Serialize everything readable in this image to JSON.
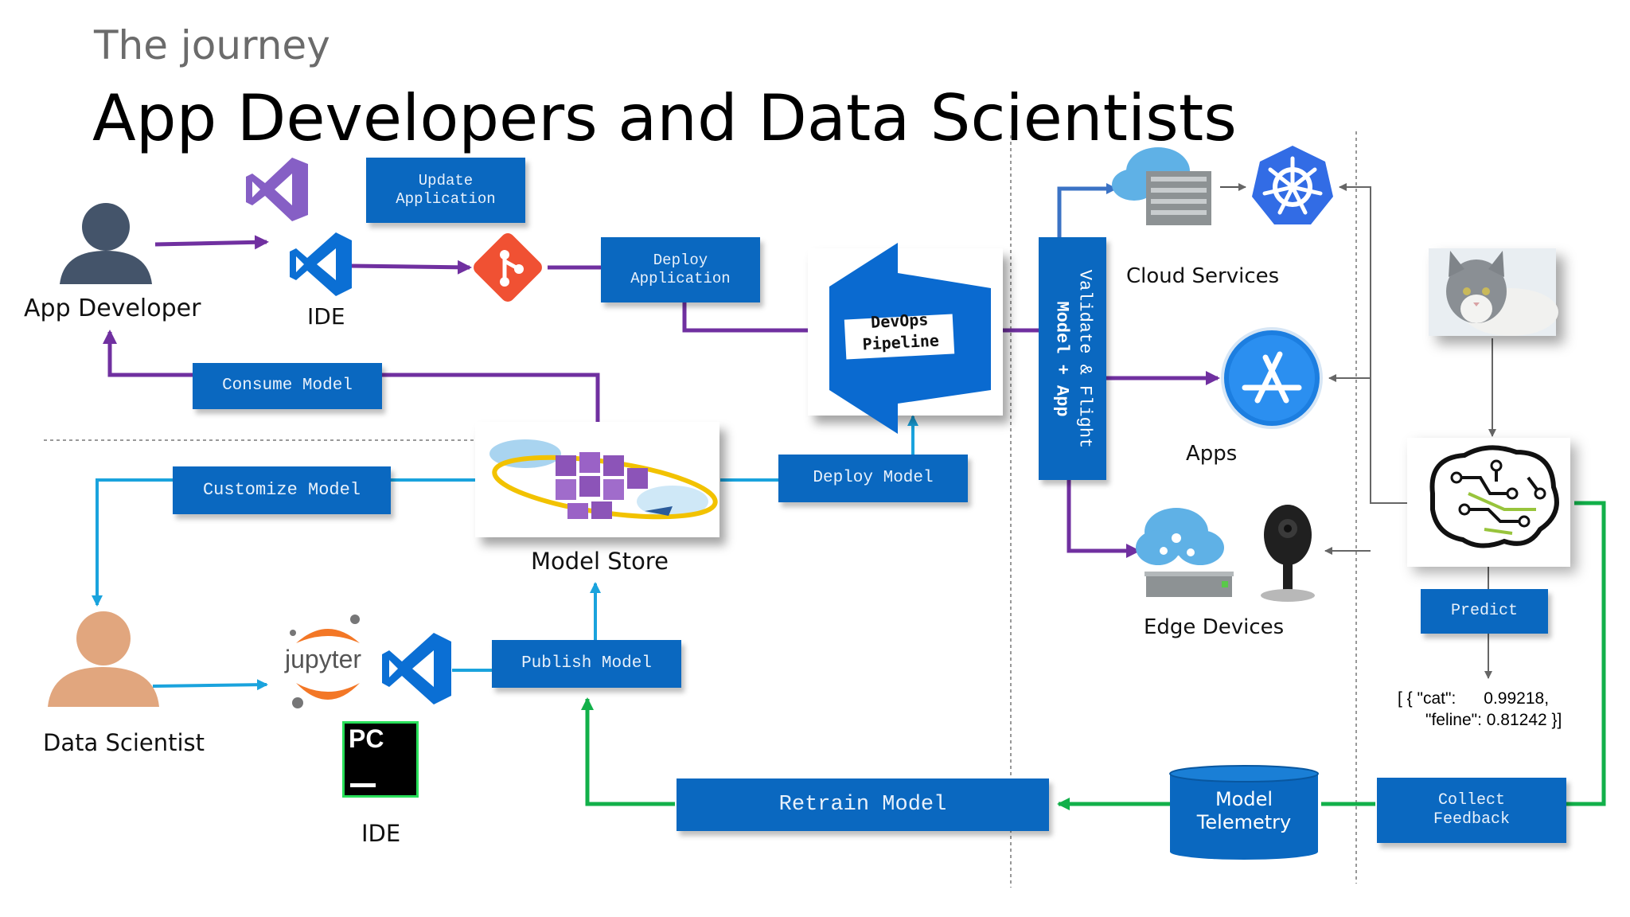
{
  "header": {
    "subtitle": "The journey",
    "title": "App Developers and Data Scientists"
  },
  "nodes": {
    "app_developer": "App Developer",
    "ide_top": "IDE",
    "data_scientist": "Data Scientist",
    "ide_bottom": "IDE",
    "model_store": "Model Store",
    "cloud_services": "Cloud Services",
    "apps": "Apps",
    "edge_devices": "Edge Devices",
    "model_telemetry": "Model\nTelemetry",
    "devops_pipeline": "DevOps\nPipeline",
    "jupyter": "jupyter",
    "pycharm": "PC"
  },
  "actions": {
    "update_application": "Update\nApplication",
    "deploy_application": "Deploy\nApplication",
    "consume_model": "Consume Model",
    "customize_model": "Customize Model",
    "deploy_model": "Deploy Model",
    "publish_model": "Publish Model",
    "retrain_model": "Retrain Model",
    "collect_feedback": "Collect\nFeedback",
    "predict": "Predict",
    "validate_flight_line1": "Validate & Flight",
    "validate_flight_line2": "Model + App"
  },
  "prediction_output": "[ { \"cat\":      0.99218,\n      \"feline\": 0.81242 }]",
  "colors": {
    "button_blue": "#0a68c0",
    "dev_flow_purple": "#7030a0",
    "data_flow_cyan": "#1aa3dd",
    "feedback_green": "#12b04a",
    "deploy_blue": "#3b73c5",
    "devops_blue": "#0a6ad0",
    "git_orange": "#f05133",
    "vs_purple": "#865fc5",
    "vscode_blue": "#0b6fd4",
    "kubernetes_blue": "#326ce5"
  }
}
